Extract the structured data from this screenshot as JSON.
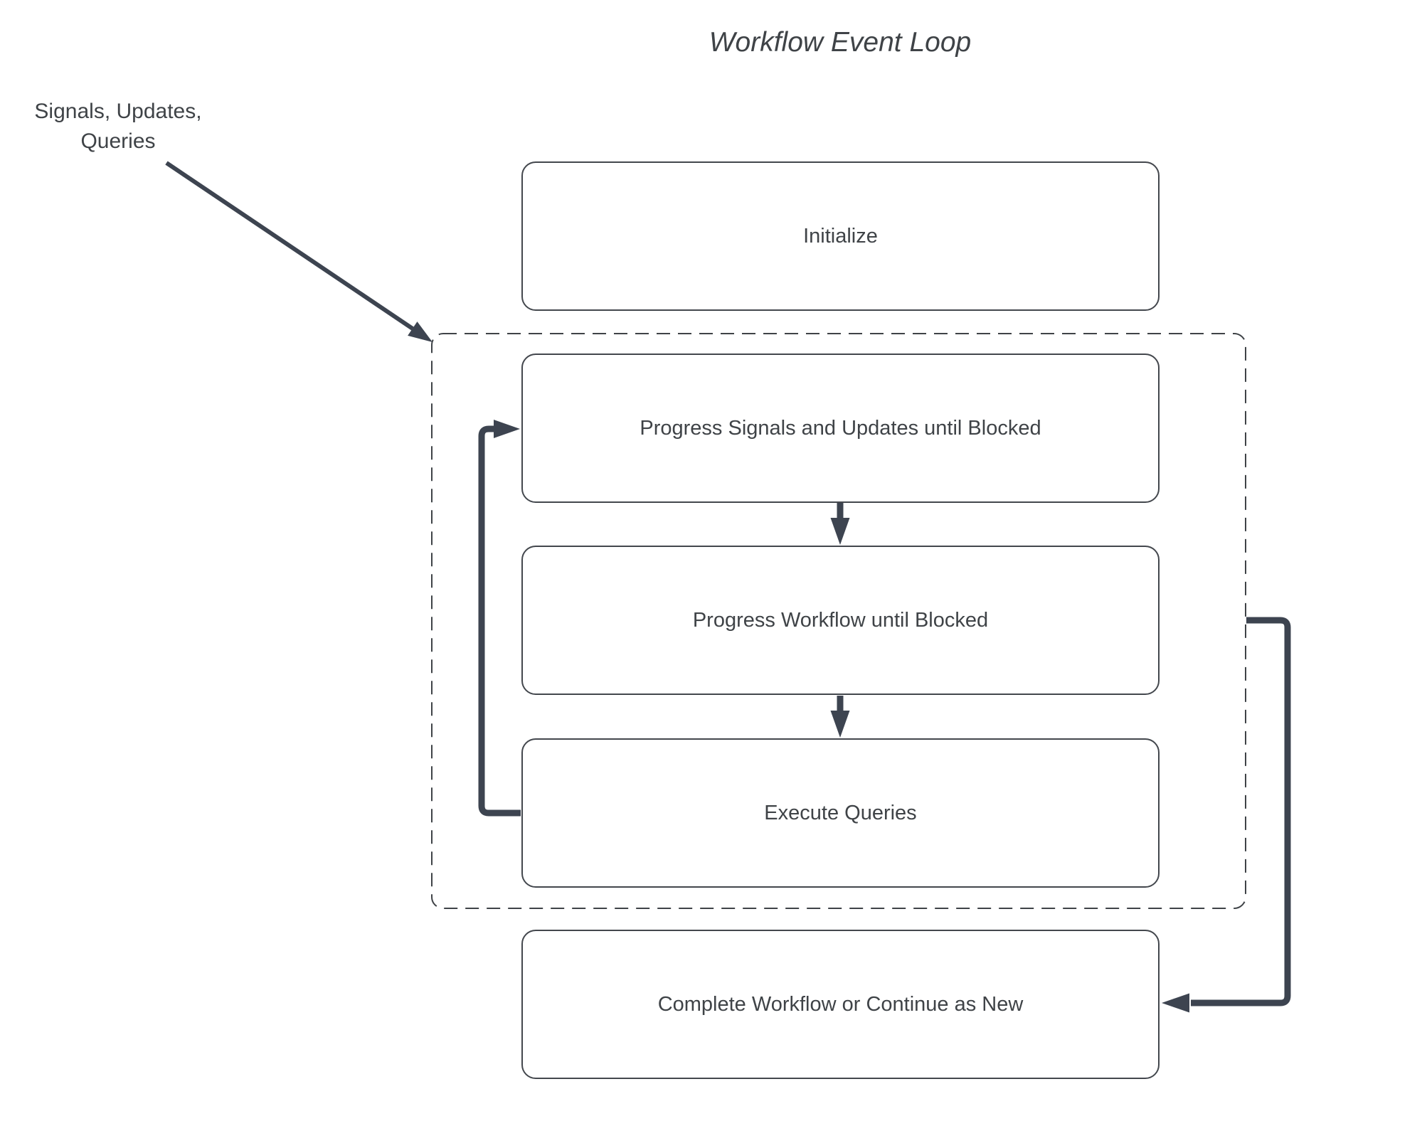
{
  "title": "Workflow Event Loop",
  "annotation": {
    "text": "Signals, Updates,\nQueries"
  },
  "nodes": [
    {
      "id": "initialize",
      "label": "Initialize"
    },
    {
      "id": "progress-signals",
      "label": "Progress Signals and Updates until Blocked"
    },
    {
      "id": "progress-workflow",
      "label": "Progress Workflow until Blocked"
    },
    {
      "id": "execute-queries",
      "label": "Execute Queries"
    },
    {
      "id": "complete-workflow",
      "label": "Complete Workflow or Continue as New"
    }
  ],
  "edges": [
    {
      "from": "signals-updates-queries-label",
      "to": "event-loop-group",
      "style": "thin-diagonal-arrow"
    },
    {
      "from": "progress-signals",
      "to": "progress-workflow",
      "style": "thick-down-arrow"
    },
    {
      "from": "progress-workflow",
      "to": "execute-queries",
      "style": "thick-down-arrow"
    },
    {
      "from": "execute-queries",
      "to": "progress-signals",
      "style": "thick-loop-back-left"
    },
    {
      "from": "event-loop-group",
      "to": "complete-workflow",
      "style": "thick-right-side-arrow"
    }
  ],
  "colors": {
    "arrow": "#3d4450",
    "node_border": "#43474d",
    "dashed_border": "#3f4347",
    "text": "#3f4347",
    "background": "#ffffff"
  }
}
